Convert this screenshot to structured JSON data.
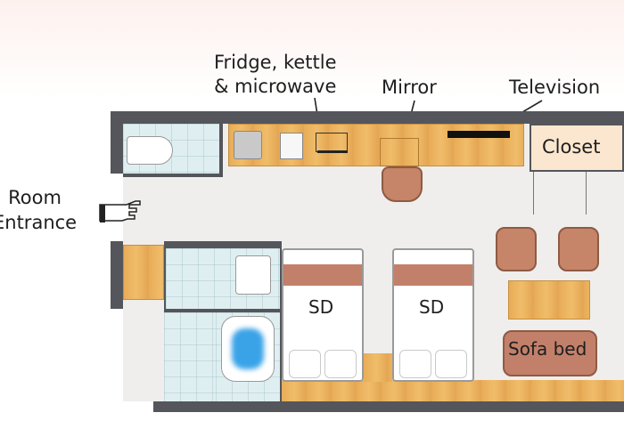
{
  "labels": {
    "fridge": "Fridge, kettle\n& microwave",
    "mirror": "Mirror",
    "television": "Television",
    "closet": "Closet",
    "entrance": "Room\nEntrance",
    "bed1": "SD",
    "bed2": "SD",
    "sofa": "Sofa bed"
  },
  "icons": {
    "entrance": "pointing-hand-icon"
  },
  "colors": {
    "wall": "#54565b",
    "floor": "#efeeec",
    "wood": "#eeb360",
    "tile": "#dfeff1",
    "bed_band": "#c2806a",
    "chair": "#c68469",
    "water": "#3aa3e8"
  }
}
